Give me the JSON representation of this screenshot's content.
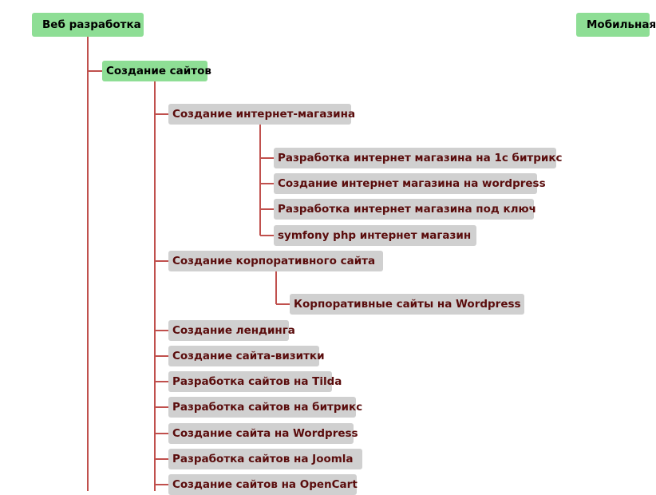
{
  "colors": {
    "root_node": "#8ede95",
    "child_node": "#d0d0d0",
    "child_text": "#5a0c0c",
    "connector": "#c0504d"
  },
  "mindmap": {
    "root_left": "Веб разработка",
    "root_right": "Мобильная",
    "level1": "Создание сайтов",
    "level2": {
      "online_store": "Создание интернет-магазина",
      "corporate_site": "Создание корпоративного сайта",
      "landing": "Создание лендинга",
      "business_card": "Создание сайта-визитки",
      "tilda": "Разработка сайтов на Tilda",
      "bitrix": "Разработка сайтов на битрикс",
      "wordpress": "Создание сайта на Wordpress",
      "joomla": "Разработка сайтов на Joomla",
      "opencart": "Создание сайтов на OpenCart"
    },
    "level3_online_store": [
      "Разработка интернет магазина на 1с битрикс",
      "Создание интернет магазина на wordpress",
      "Разработка интернет магазина под ключ",
      "symfony php интернет магазин"
    ],
    "level3_corporate": [
      "Корпоративные сайты на Wordpress"
    ]
  }
}
